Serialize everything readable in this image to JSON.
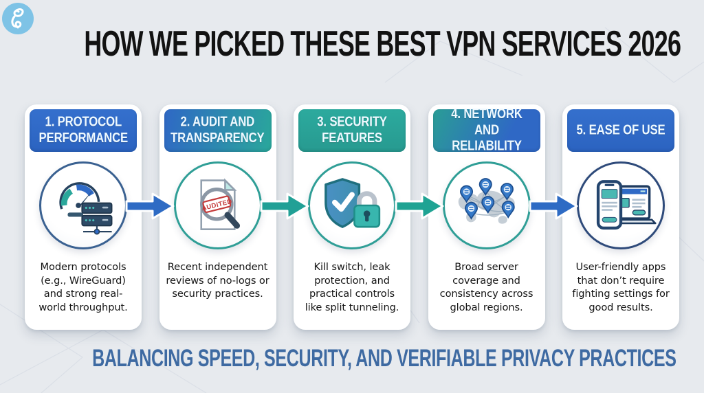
{
  "title": "HOW WE PICKED THESE BEST VPN SERVICES 2026",
  "footer": "BALANCING SPEED, SECURITY, AND VERIFIABLE PRIVACY PRACTICES",
  "colors": {
    "accent_blue": "#2f68c5",
    "accent_teal": "#2aa79b",
    "footer_blue": "#3e6aa2",
    "logo_blue": "#7ec3e6",
    "stamp_red": "#c43b3b",
    "background": "#e7eaee"
  },
  "steps": [
    {
      "header": "1. PROTOCOL\nPERFORMANCE",
      "icon": "speedometer-servers-icon",
      "description": "Modern protocols (e.g., WireGuard) and strong real-world throughput."
    },
    {
      "header": "2. AUDIT AND\nTRANSPARENCY",
      "icon": "audited-document-magnifier-icon",
      "stamp_text": "AUDITED",
      "description": "Recent independent reviews of no-logs or security practices."
    },
    {
      "header": "3. SECURITY\nFEATURES",
      "icon": "shield-check-padlock-icon",
      "description": "Kill switch, leak protection, and practical controls like split tunneling."
    },
    {
      "header": "4. NETWORK\nAND RELIABILITY",
      "icon": "world-map-server-pins-icon",
      "description": "Broad server coverage and consistency across global regions."
    },
    {
      "header": "5. EASE OF USE",
      "icon": "phone-laptop-apps-icon",
      "description": "User-friendly apps that don’t require fighting settings for good results."
    }
  ]
}
